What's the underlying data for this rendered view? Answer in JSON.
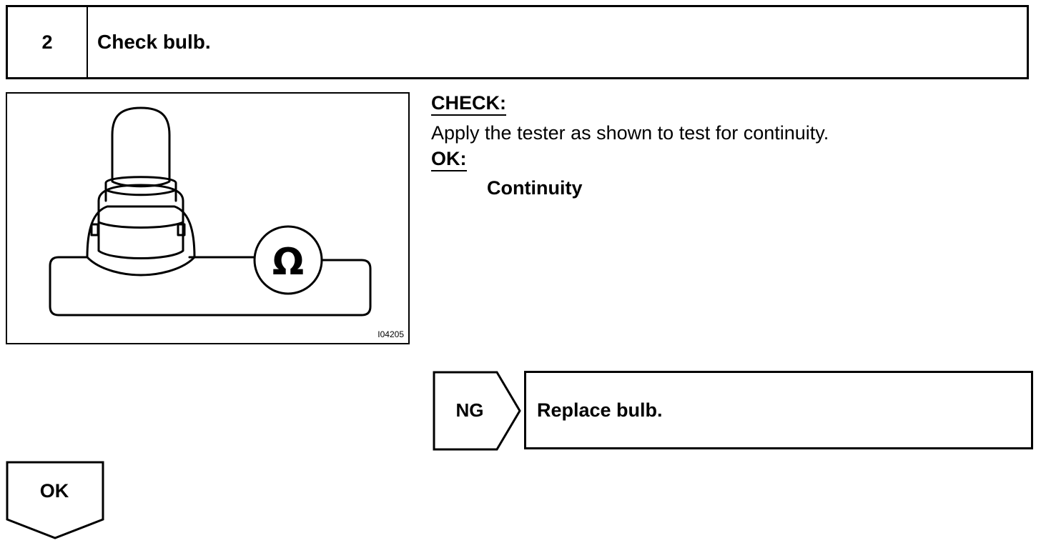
{
  "step": {
    "number": "2",
    "title": "Check bulb."
  },
  "figure": {
    "id": "I04205",
    "symbol": "Ω"
  },
  "check": {
    "heading": "CHECK:",
    "text": "Apply the tester as shown to test for continuity."
  },
  "ok": {
    "heading": "OK:",
    "value": "Continuity"
  },
  "ng": {
    "label": "NG",
    "action": "Replace bulb."
  },
  "ok_flow": {
    "label": "OK"
  }
}
